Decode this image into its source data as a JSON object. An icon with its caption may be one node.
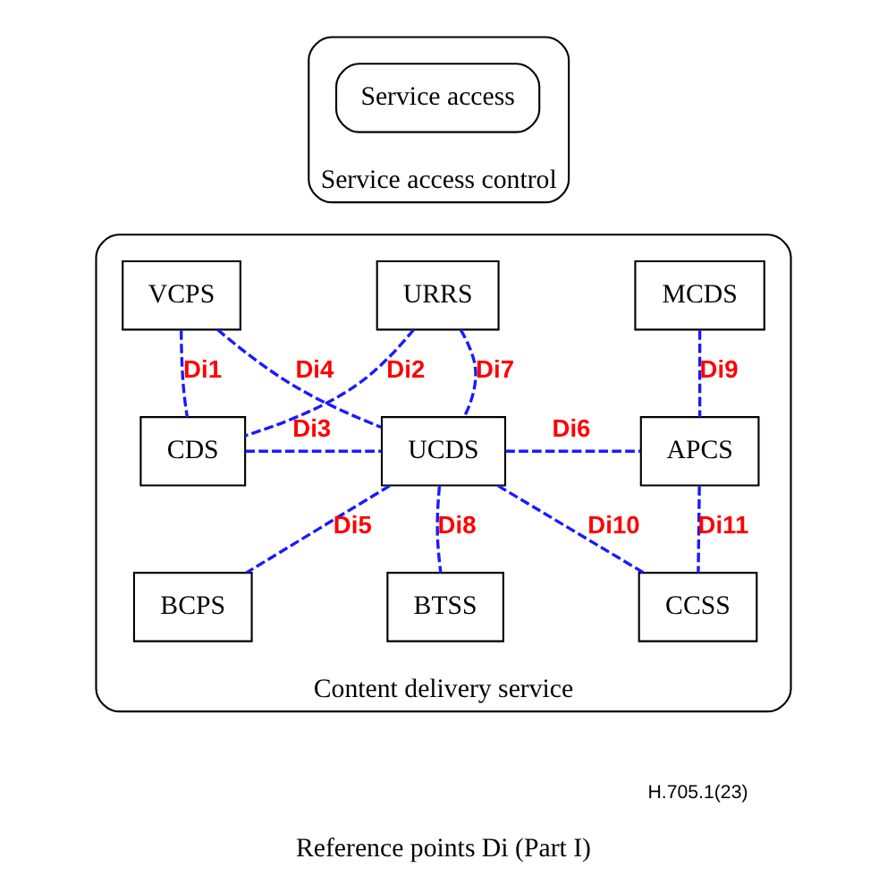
{
  "diagram": {
    "caption": "Reference points Di (Part I)",
    "nodes": [
      {
        "text": [
          "Service access control"
        ]
      },
      {
        "text": [
          "Service access"
        ],
        "in": 0
      },
      {
        "text": [
          "Content delivery service"
        ]
      },
      {
        "text": [
          "VCPS"
        ],
        "in": 2
      },
      {
        "text": [
          "URRS"
        ],
        "in": 2
      },
      {
        "text": [
          "MCDS"
        ],
        "in": 2
      },
      {
        "text": [
          "CDS"
        ],
        "in": 2
      },
      {
        "text": [
          "UCDS"
        ],
        "in": 2
      },
      {
        "text": [
          "APCS"
        ],
        "in": 2
      },
      {
        "text": [
          "BCPS"
        ],
        "in": 2
      },
      {
        "text": [
          "BTSS"
        ],
        "in": 2
      },
      {
        "text": [
          "CCSS"
        ],
        "in": 2
      }
    ],
    "edges": [
      {
        "from": 3,
        "to": 6,
        "arrow": "none",
        "label": "Di1",
        "style": "dashed"
      },
      {
        "from": 4,
        "to": 6,
        "arrow": "none",
        "label": "Di2",
        "style": "dashed"
      },
      {
        "from": 6,
        "to": 7,
        "arrow": "none",
        "label": "Di3",
        "style": "dashed"
      },
      {
        "from": 3,
        "to": 7,
        "arrow": "none",
        "label": "Di4",
        "style": "dashed"
      },
      {
        "from": 7,
        "to": 9,
        "arrow": "none",
        "label": "Di5",
        "style": "dashed"
      },
      {
        "from": 7,
        "to": 8,
        "arrow": "none",
        "label": "Di6",
        "style": "dashed"
      },
      {
        "from": 4,
        "to": 7,
        "arrow": "none",
        "label": "Di7",
        "style": "dashed"
      },
      {
        "from": 7,
        "to": 10,
        "arrow": "none",
        "label": "Di8",
        "style": "dashed"
      },
      {
        "from": 5,
        "to": 8,
        "arrow": "none",
        "label": "Di9",
        "style": "dashed"
      },
      {
        "from": 7,
        "to": 11,
        "arrow": "none",
        "label": "Di10",
        "style": "dashed"
      },
      {
        "from": 8,
        "to": 11,
        "arrow": "none",
        "label": "Di11",
        "style": "dashed"
      }
    ],
    "labels": [
      "H.705.1(23)"
    ]
  }
}
